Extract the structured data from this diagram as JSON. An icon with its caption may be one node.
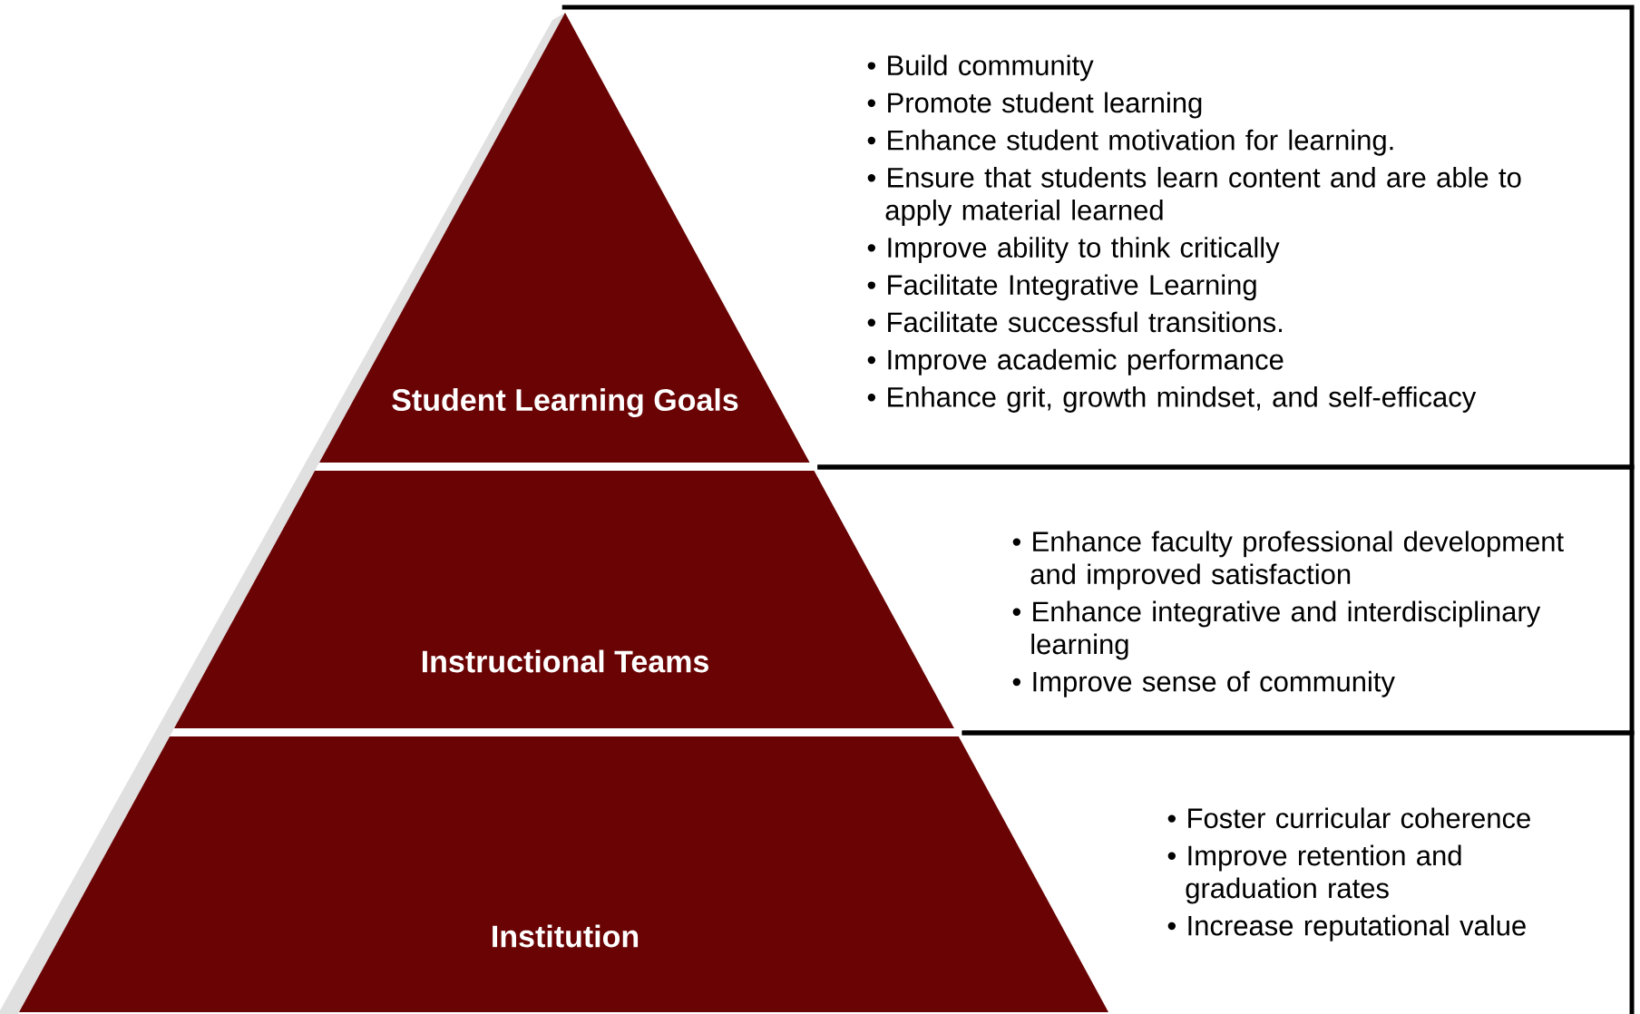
{
  "diagram": {
    "nodes": [
      {
        "text": [
          "Student Learning Goals"
        ]
      },
      {
        "text": [
          "• Build community",
          "• Promote student learning",
          "• Enhance student motivation for learning.",
          "• Ensure that students learn content and are able to apply material learned",
          "• Improve ability to think critically",
          "• Facilitate Integrative Learning",
          "• Facilitate successful transitions.",
          "• Improve academic performance",
          "• Enhance grit, growth mindset, and self-efficacy"
        ]
      },
      {
        "text": [
          "Instructional Teams"
        ]
      },
      {
        "text": [
          "• Enhance faculty professional development and improved satisfaction",
          "• Enhance integrative and interdisciplinary learning",
          "• Improve sense of community"
        ]
      },
      {
        "text": [
          "Institution"
        ]
      },
      {
        "text": [
          "• Foster curricular coherence",
          "• Improve retention and graduation rates",
          "• Increase reputational value"
        ]
      }
    ]
  }
}
